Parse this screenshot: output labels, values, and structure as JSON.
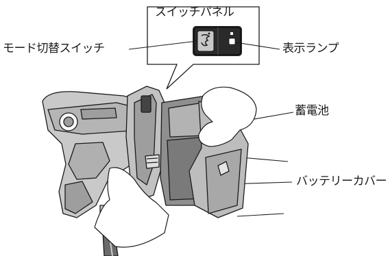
{
  "panel": {
    "title": "スイッチパネル"
  },
  "callouts": {
    "mode_switch": "モード切替スイッチ",
    "indicator_lamp": "表示ランプ",
    "battery": "蓄電池",
    "battery_cover": "バッテリーカバー"
  },
  "colors": {
    "line": "#1a1a1a",
    "panel_fill": "#2a2a2a",
    "body_gray": "#c9c9c9",
    "shade_gray": "#9e9e9e",
    "dark_gray": "#6b6b6b"
  },
  "icons": {
    "mode_switch": "mode-switch-icon",
    "lamp": "indicator-lamp-icon"
  }
}
